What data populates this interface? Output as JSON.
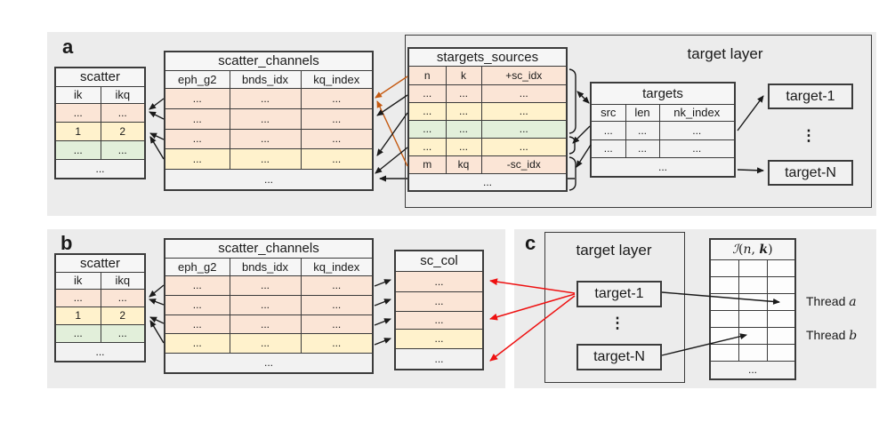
{
  "colors": {
    "panel_bg": "#ececec",
    "row_pink": "#fbe5d6",
    "row_yellow": "#fff2cc",
    "row_green": "#e2efda",
    "row_gray": "#f2f2f2",
    "border": "#3b3b3b",
    "arrow_black": "#1a1a1a",
    "arrow_red": "#ee1111",
    "arrow_orange": "#c55a11"
  },
  "panel_a": {
    "label": "a",
    "scatter": {
      "title": "scatter",
      "headers": [
        "ik",
        "ikq"
      ],
      "rows": [
        [
          "...",
          "..."
        ],
        [
          "1",
          "2"
        ],
        [
          "...",
          "..."
        ]
      ],
      "row_colors": [
        "pink",
        "yellow",
        "green"
      ],
      "footer": "..."
    },
    "scatter_channels": {
      "title": "scatter_channels",
      "headers": [
        "eph_g2",
        "bnds_idx",
        "kq_index"
      ],
      "rows": [
        [
          "...",
          "...",
          "..."
        ],
        [
          "...",
          "...",
          "..."
        ],
        [
          "...",
          "...",
          "..."
        ],
        [
          "...",
          "...",
          "..."
        ]
      ],
      "row_colors": [
        "pink",
        "pink",
        "pink",
        "yellow"
      ],
      "footer": "..."
    },
    "target_layer_label": "target layer",
    "stargets_sources": {
      "title": "stargets_sources",
      "rows": [
        [
          "n",
          "k",
          "+sc_idx"
        ],
        [
          "...",
          "...",
          "..."
        ],
        [
          "...",
          "...",
          "..."
        ],
        [
          "...",
          "...",
          "..."
        ],
        [
          "...",
          "...",
          "..."
        ],
        [
          "m",
          "kq",
          "-sc_idx"
        ]
      ],
      "row_colors": [
        "pink",
        "pink",
        "yellow",
        "green",
        "yellow",
        "pink"
      ],
      "footer": "..."
    },
    "targets": {
      "title": "targets",
      "headers": [
        "src",
        "len",
        "nk_index"
      ],
      "rows": [
        [
          "...",
          "...",
          "..."
        ],
        [
          "...",
          "...",
          "..."
        ]
      ],
      "footer": "..."
    },
    "target_1": "target-1",
    "dots": "⋮",
    "target_n": "target-N"
  },
  "panel_b": {
    "label": "b",
    "scatter": {
      "title": "scatter",
      "headers": [
        "ik",
        "ikq"
      ],
      "rows": [
        [
          "...",
          "..."
        ],
        [
          "1",
          "2"
        ],
        [
          "...",
          "..."
        ]
      ],
      "row_colors": [
        "pink",
        "yellow",
        "green"
      ],
      "footer": "..."
    },
    "scatter_channels": {
      "title": "scatter_channels",
      "headers": [
        "eph_g2",
        "bnds_idx",
        "kq_index"
      ],
      "rows": [
        [
          "...",
          "...",
          "..."
        ],
        [
          "...",
          "...",
          "..."
        ],
        [
          "...",
          "...",
          "..."
        ],
        [
          "...",
          "...",
          "..."
        ]
      ],
      "row_colors": [
        "pink",
        "pink",
        "pink",
        "yellow"
      ],
      "footer": "..."
    },
    "sc_col": {
      "title": "sc_col",
      "rows": [
        "...",
        "...",
        "...",
        "...",
        "..."
      ],
      "row_colors": [
        "pink",
        "pink",
        "pink",
        "yellow",
        "gray"
      ]
    }
  },
  "panel_c": {
    "label": "c",
    "target_layer_label": "target layer",
    "target_1": "target-1",
    "dots": "⋮",
    "target_n": "target-N",
    "matrix": {
      "title_i": "ℐ",
      "title_open": "(",
      "title_n": "n",
      "title_sep": ", ",
      "title_k": "k",
      "title_close": ")",
      "grid_rows": 6,
      "grid_cols": 3,
      "footer": "..."
    },
    "thread_a": {
      "prefix": "Thread ",
      "var": "a"
    },
    "thread_b": {
      "prefix": "Thread ",
      "var": "b"
    }
  }
}
